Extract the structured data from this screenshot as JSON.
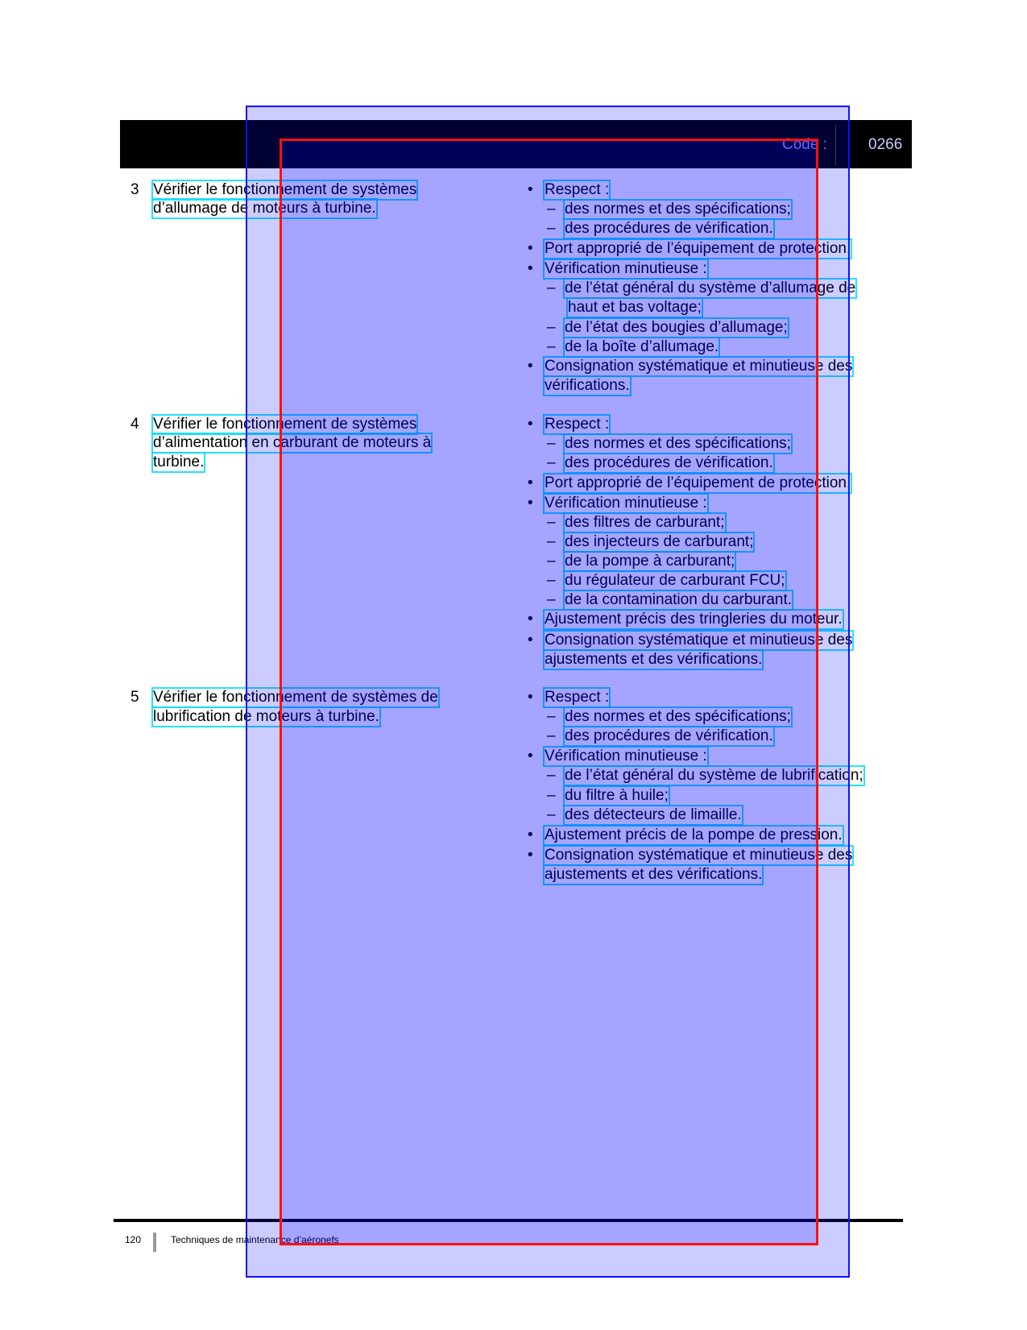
{
  "header": {
    "code_label": "Code :",
    "code_value": "0266"
  },
  "sections": [
    {
      "number": "3",
      "title_lines": [
        "Vérifier le fonctionnement de systèmes",
        "d’allumage de moteurs à turbine."
      ],
      "criteria": [
        {
          "type": "bullet",
          "text": "Respect :"
        },
        {
          "type": "dash",
          "text": "des normes et des spécifications;"
        },
        {
          "type": "dash",
          "text": "des procédures de vérification."
        },
        {
          "type": "bullet",
          "text": "Port approprié de l’équipement de protection."
        },
        {
          "type": "bullet",
          "text": "Vérification minutieuse :"
        },
        {
          "type": "dash",
          "text": "de l’état général du système d’allumage de"
        },
        {
          "type": "subcont",
          "text": "haut et bas voltage;"
        },
        {
          "type": "dash",
          "text": "de l’état des bougies d’allumage;"
        },
        {
          "type": "dash",
          "text": "de la boîte d’allumage."
        },
        {
          "type": "bullet",
          "text": "Consignation systématique et minutieuse des"
        },
        {
          "type": "cont",
          "text": "vérifications."
        }
      ]
    },
    {
      "number": "4",
      "title_lines": [
        "Vérifier le fonctionnement de systèmes",
        "d’alimentation en carburant de moteurs à",
        "turbine."
      ],
      "criteria": [
        {
          "type": "bullet",
          "text": "Respect :"
        },
        {
          "type": "dash",
          "text": "des normes et des spécifications;"
        },
        {
          "type": "dash",
          "text": "des procédures de vérification."
        },
        {
          "type": "bullet",
          "text": "Port approprié de l’équipement de protection."
        },
        {
          "type": "bullet",
          "text": "Vérification minutieuse :"
        },
        {
          "type": "dash",
          "text": "des filtres de carburant;"
        },
        {
          "type": "dash",
          "text": "des injecteurs de carburant;"
        },
        {
          "type": "dash",
          "text": "de la pompe à carburant;"
        },
        {
          "type": "dash",
          "text": "du régulateur de carburant FCU;"
        },
        {
          "type": "dash",
          "text": "de la contamination du carburant."
        },
        {
          "type": "bullet",
          "text": "Ajustement précis des tringleries du moteur."
        },
        {
          "type": "bullet",
          "text": "Consignation systématique et minutieuse des"
        },
        {
          "type": "cont",
          "text": "ajustements et des vérifications."
        }
      ]
    },
    {
      "number": "5",
      "title_lines": [
        "Vérifier le fonctionnement de systèmes de",
        "lubrification de moteurs à turbine."
      ],
      "criteria": [
        {
          "type": "bullet",
          "text": "Respect :"
        },
        {
          "type": "dash",
          "text": "des normes et des spécifications;"
        },
        {
          "type": "dash",
          "text": "des procédures de vérification."
        },
        {
          "type": "bullet",
          "text": "Vérification minutieuse :"
        },
        {
          "type": "dash",
          "text": "de l’état général du système de lubrification;"
        },
        {
          "type": "dash",
          "text": "du filtre à huile;"
        },
        {
          "type": "dash",
          "text": "des détecteurs de limaille."
        },
        {
          "type": "bullet",
          "text": "Ajustement précis de la pompe de pression."
        },
        {
          "type": "bullet",
          "text": "Consignation systématique et minutieuse des"
        },
        {
          "type": "cont",
          "text": "ajustements et des vérifications."
        }
      ]
    }
  ],
  "markers": {
    "bullet": "•",
    "dash": "–"
  },
  "footer": {
    "page_number": "120",
    "title": "Techniques de maintenance d’aéronefs"
  }
}
